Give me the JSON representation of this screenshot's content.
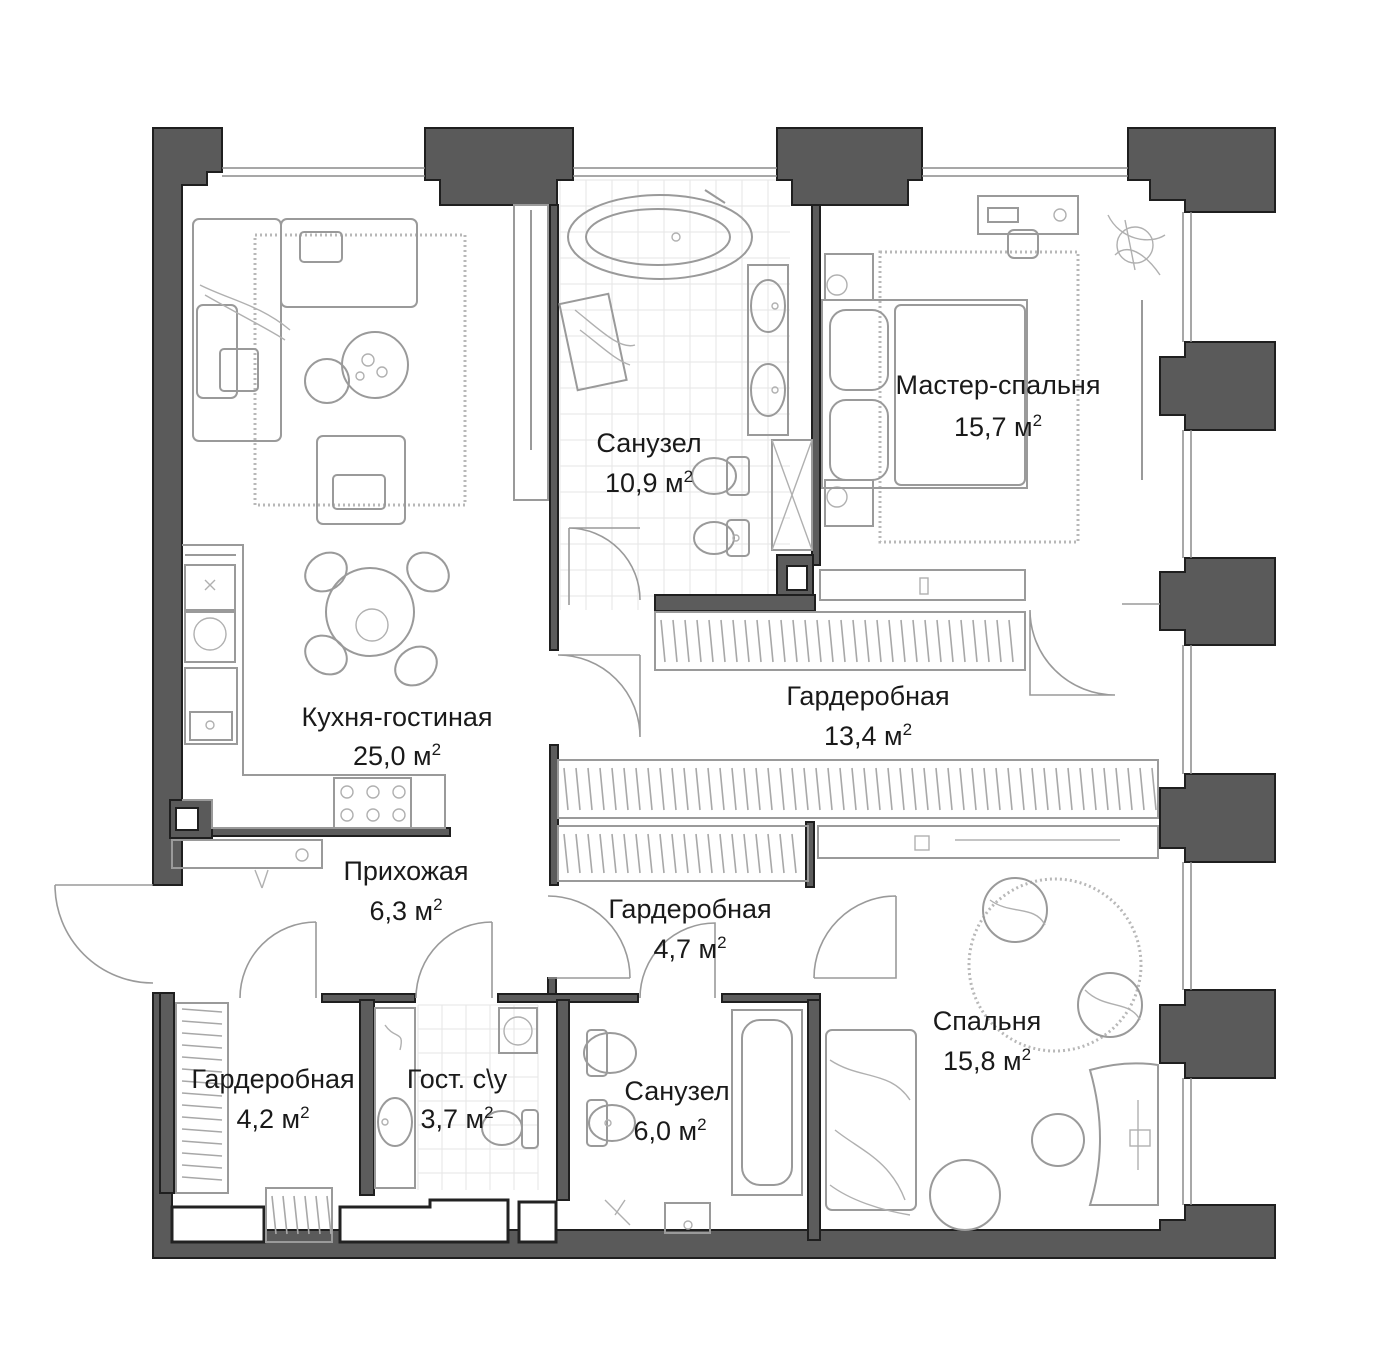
{
  "rooms": [
    {
      "id": "kitchen-living",
      "name": "Кухня-гостиная",
      "area": "25,0 м",
      "unit_power": "2"
    },
    {
      "id": "bathroom-master",
      "name": "Санузел",
      "area": "10,9 м",
      "unit_power": "2"
    },
    {
      "id": "master-bedroom",
      "name": "Мастер-спальня",
      "area": "15,7 м",
      "unit_power": "2"
    },
    {
      "id": "wardrobe-large",
      "name": "Гардеробная",
      "area": "13,4 м",
      "unit_power": "2"
    },
    {
      "id": "hallway",
      "name": "Прихожая",
      "area": "6,3 м",
      "unit_power": "2"
    },
    {
      "id": "wardrobe-middle",
      "name": "Гардеробная",
      "area": "4,7 м",
      "unit_power": "2"
    },
    {
      "id": "bedroom",
      "name": "Спальня",
      "area": "15,8 м",
      "unit_power": "2"
    },
    {
      "id": "wardrobe-small",
      "name": "Гардеробная",
      "area": "4,2 м",
      "unit_power": "2"
    },
    {
      "id": "guest-wc",
      "name": "Гост. с\\у",
      "area": "3,7 м",
      "unit_power": "2"
    },
    {
      "id": "bathroom-small",
      "name": "Санузел",
      "area": "6,0 м",
      "unit_power": "2"
    }
  ],
  "colors": {
    "wall": "#5a5a5a",
    "outline": "#1f1f1f",
    "furniture": "#9a9a9a",
    "text": "#1a1a1a"
  }
}
